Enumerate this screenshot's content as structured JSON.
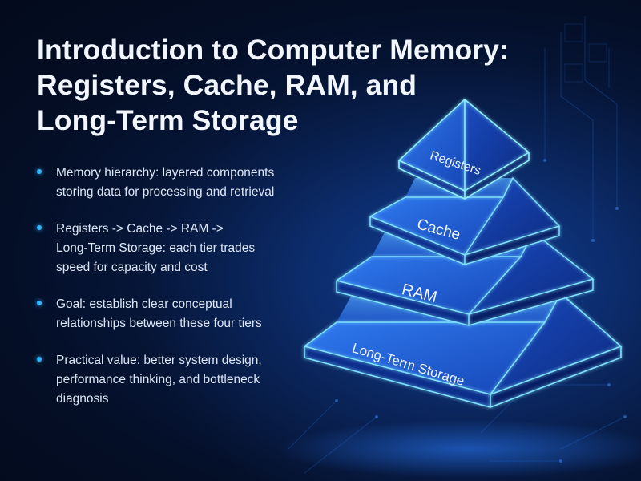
{
  "title": {
    "lines": [
      "Introduction to Computer Memory:",
      "Registers, Cache, RAM, and",
      "Long-Term Storage"
    ]
  },
  "bullets": [
    {
      "lines": [
        "Memory hierarchy: layered components",
        "storing data for processing and retrieval"
      ]
    },
    {
      "lines": [
        "Registers -> Cache -> RAM ->",
        "Long-Term Storage: each tier trades",
        "speed for capacity and cost"
      ]
    },
    {
      "lines": [
        "Goal: establish clear conceptual",
        "relationships between these four tiers"
      ]
    },
    {
      "lines": [
        "Practical value: better system design,",
        "performance thinking, and bottleneck",
        "diagnosis"
      ]
    }
  ],
  "pyramid": {
    "tiers": [
      "Registers",
      "Cache",
      "RAM",
      "Long-Term Storage"
    ]
  },
  "colors": {
    "accent": "#35b6ff",
    "background": "#071a42",
    "tier_face": "#1e56d8",
    "tier_edge": "#7fe2ff"
  }
}
